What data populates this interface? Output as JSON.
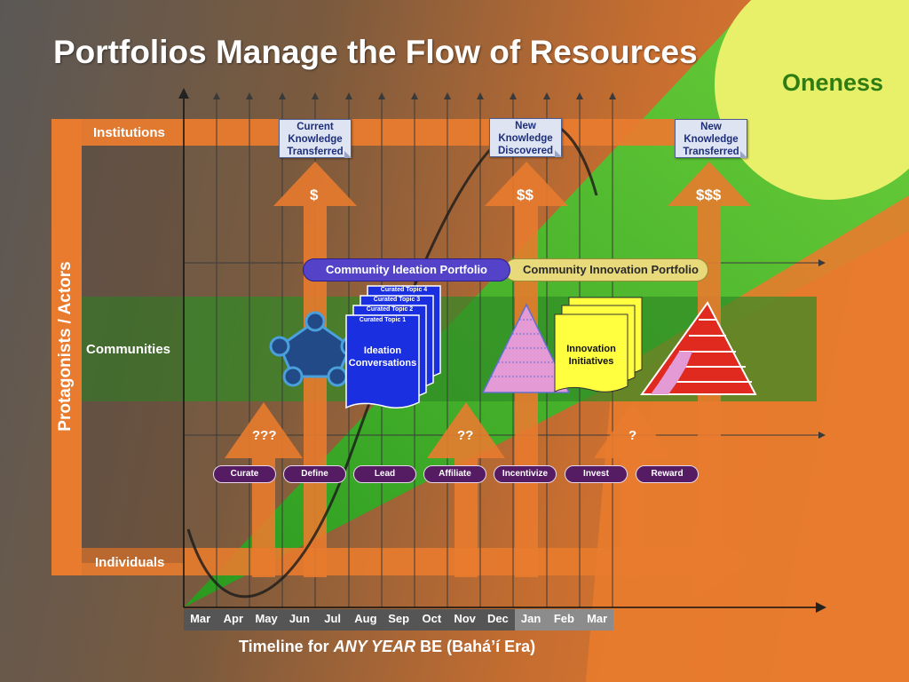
{
  "slide": {
    "title": "Portfolios Manage the Flow of Resources",
    "oneness": "Oneness",
    "vertical_label": "Protagonists / Actors"
  },
  "bands": {
    "institutions": "Institutions",
    "communities": "Communities",
    "individuals": "Individuals"
  },
  "notes": {
    "current": [
      "Current",
      "Knowledge",
      "Transferred"
    ],
    "discovered": [
      "New",
      "Knowledge",
      "Discovered"
    ],
    "transferred": [
      "New",
      "Knowledge",
      "Transferred"
    ]
  },
  "money": {
    "one": "$",
    "two": "$$",
    "three": "$$$"
  },
  "questions": {
    "three": "???",
    "two": "??",
    "one": "?"
  },
  "portfolios": {
    "ideation": "Community Ideation Portfolio",
    "innovation": "Community Innovation Portfolio"
  },
  "ideation": {
    "topics": [
      "Curated Topic 4",
      "Curated Topic 3",
      "Curated Topic 2",
      "Curated Topic 1"
    ],
    "label": [
      "Ideation",
      "Conversations"
    ]
  },
  "innovation": {
    "label": [
      "Innovation",
      "Initiatives"
    ]
  },
  "actions": [
    "Curate",
    "Define",
    "Lead",
    "Affiliate",
    "Incentivize",
    "Invest",
    "Reward"
  ],
  "timeline": {
    "months": [
      "Mar",
      "Apr",
      "May",
      "Jun",
      "Jul",
      "Aug",
      "Sep",
      "Oct",
      "Nov",
      "Dec",
      "Jan",
      "Feb",
      "Mar"
    ],
    "label_prefix": "Timeline for ",
    "label_em": "ANY YEAR",
    "label_suffix": " BE (Bahá’í Era)"
  },
  "colors": {
    "orange": "#e87b2e",
    "green": "#2f9a25",
    "yellow": "#e8f06a",
    "purple": "#551c63",
    "note_blue": "#1d2f7a"
  }
}
